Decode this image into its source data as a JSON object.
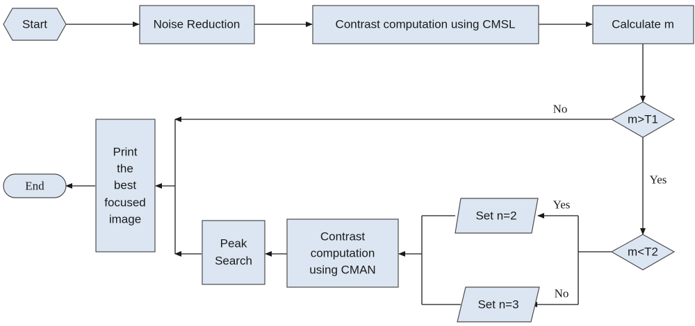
{
  "nodes": {
    "start": "Start",
    "noise_reduction": "Noise Reduction",
    "contrast_cmsl": "Contrast computation using CMSL",
    "calculate_m": "Calculate m",
    "decision_t1": "m>T1",
    "decision_t2": "m<T2",
    "set_n2": "Set n=2",
    "set_n3": "Set n=3",
    "contrast_cman": [
      "Contrast",
      "computation",
      "using CMAN"
    ],
    "peak_search": [
      "Peak",
      "Search"
    ],
    "print_best": [
      "Print",
      "the",
      "best",
      "focused",
      "image"
    ],
    "end": "End"
  },
  "edges": {
    "no_t1": "No",
    "yes_t1": "Yes",
    "yes_t2": "Yes",
    "no_t2": "No"
  }
}
